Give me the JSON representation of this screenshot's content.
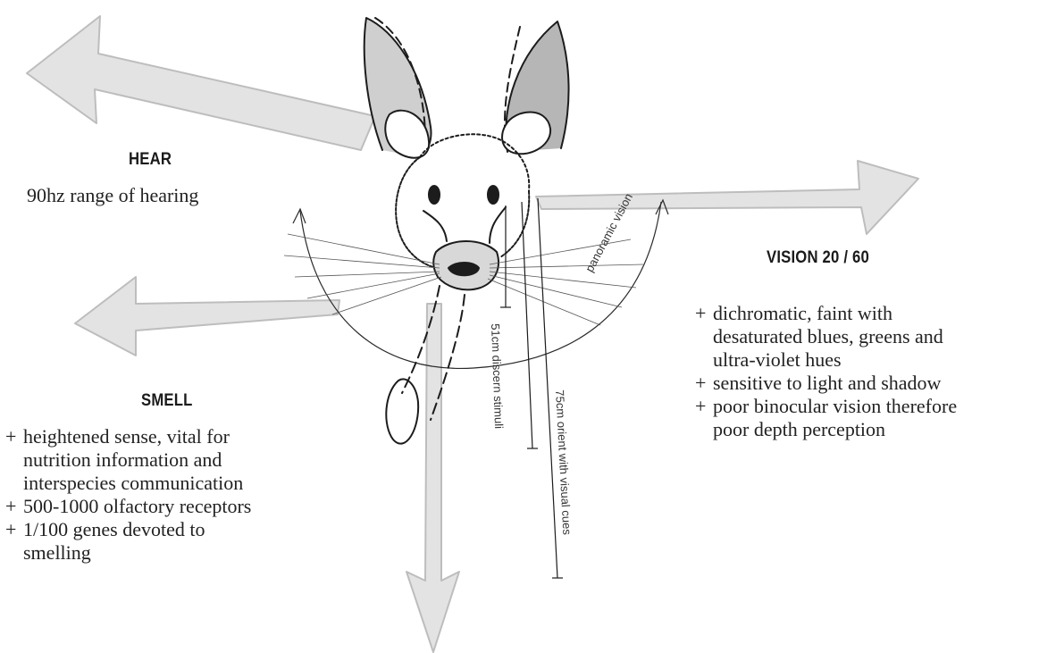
{
  "hear": {
    "title": "HEAR",
    "detail": "90hz range of hearing"
  },
  "vision": {
    "title": "VISION  20 / 60",
    "points": [
      [
        "dichromatic, faint with",
        "desaturated blues, greens and",
        "ultra-violet hues"
      ],
      [
        "sensitive to light and shadow"
      ],
      [
        "poor binocular vision therefore",
        "poor depth perception"
      ]
    ]
  },
  "smell": {
    "title": "SMELL",
    "points": [
      [
        "heightened sense, vital for",
        "nutrition information and",
        "interspecies communication"
      ],
      [
        "500-1000 olfactory receptors"
      ],
      [
        "1/100 genes devoted to",
        "smelling"
      ]
    ]
  },
  "measures": {
    "panoramic": "panoramic vision",
    "near": "51cm discern stimuli",
    "far": "75cm orient with visual cues"
  },
  "bullet": "+",
  "colors": {
    "arrow_fill": "#e3e3e3",
    "arrow_stroke": "#bdbdbd",
    "ink": "#1c1c1c",
    "ear_shade": "#9a9a9a"
  }
}
